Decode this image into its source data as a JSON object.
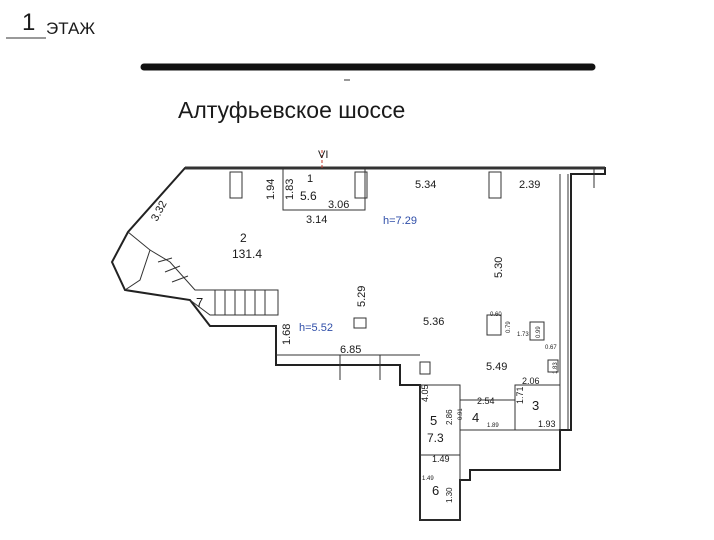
{
  "header": {
    "floor_number": "1",
    "floor_word": "ЭТАЖ"
  },
  "street_name": "Алтуфьевское шоссе",
  "section_mark": "VI",
  "rooms": [
    {
      "number": "1",
      "area": "5.6"
    },
    {
      "number": "2",
      "area": "131.4"
    },
    {
      "number": "4",
      "area": ""
    },
    {
      "number": "5",
      "area": "7.3"
    },
    {
      "number": "6",
      "area": ""
    },
    {
      "number": "7",
      "area": ""
    }
  ],
  "room3_number": "3",
  "heights": {
    "main": "h=7.29",
    "lower": "h=5.52"
  },
  "dimensions": {
    "d_1_94": "1.94",
    "d_1_83": "1.83",
    "d_3_06": "3.06",
    "d_3_14": "3.14",
    "d_3_32": "3.32",
    "d_5_34": "5.34",
    "d_2_39": "2.39",
    "d_5_30": "5.30",
    "d_5_29": "5.29",
    "d_5_36": "5.36",
    "d_1_68": "1.68",
    "d_6_85": "6.85",
    "d_5_49": "5.49",
    "d_2_06": "2.06",
    "d_2_54": "2.54",
    "d_1_71": "1.71",
    "d_1_93": "1.93",
    "d_4_05": "4.05",
    "d_2_86": "2.86",
    "d_0_91": "0.91",
    "d_1_89": "1.89",
    "d_1_49a": "1.49",
    "d_1_49b": "1.49",
    "d_1_30": "1.30",
    "d_0_60": "0.60",
    "d_0_79": "0.79",
    "d_1_73": "1.73",
    "d_0_99": "0.99",
    "d_0_67": "0.67",
    "d_1_83b": "1.83"
  },
  "colors": {
    "height_label": "#2f4ea8",
    "wall": "#222222"
  }
}
